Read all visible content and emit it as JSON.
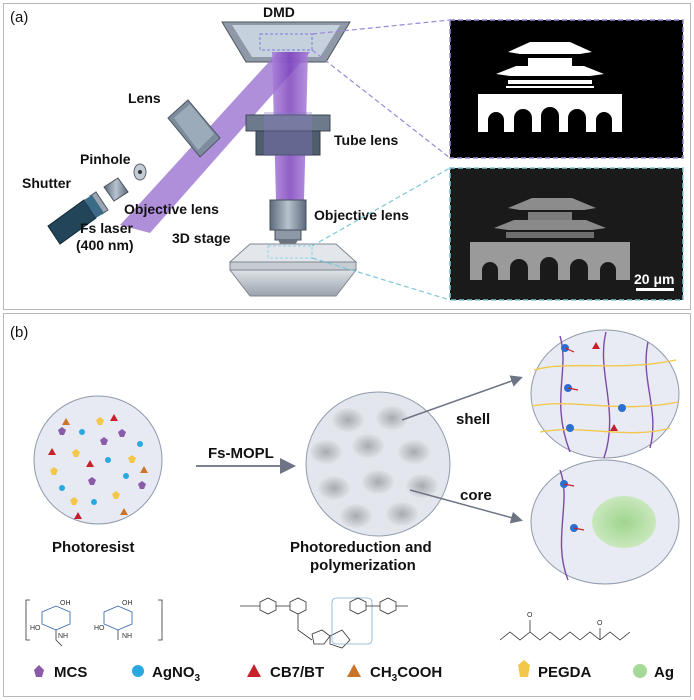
{
  "panel_a": {
    "label": "(a)",
    "dmd": "DMD",
    "lens": "Lens",
    "pinhole": "Pinhole",
    "shutter": "Shutter",
    "objective_lens_left": "Objective lens",
    "fs_laser": "Fs laser",
    "fs_laser_wavelength": "(400 nm)",
    "tube_lens": "Tube lens",
    "objective_lens_right": "Objective lens",
    "stage": "3D stage",
    "scale_bar": "20 μm"
  },
  "panel_b": {
    "label": "(b)",
    "photoresist": "Photoresist",
    "process": "Fs-MOPL",
    "result_line1": "Photoreduction and",
    "result_line2": "polymerization",
    "shell": "shell",
    "core": "core",
    "legend": [
      {
        "name": "MCS",
        "color": "#8b5aa8",
        "shape": "pentagon"
      },
      {
        "name": "AgNO",
        "sub": "3",
        "color": "#29a9e0",
        "shape": "circle"
      },
      {
        "name": "CB7/BT",
        "color": "#c8202a",
        "shape": "triangle"
      },
      {
        "name": "CH",
        "sub": "3",
        "tail": "COOH",
        "color": "#c8742a",
        "shape": "triangle"
      },
      {
        "name": "PEGDA",
        "color": "#f3c84a",
        "shape": "pentagon"
      },
      {
        "name": "Ag",
        "color": "#a6d89a",
        "shape": "circle"
      }
    ]
  },
  "colors": {
    "beam": "#8e59c9",
    "dashed_purple": "#9b87d6",
    "dashed_cyan": "#7cc8d8",
    "droplet_bg": "#e7eaf3",
    "process_arrow": "#7a8191"
  }
}
